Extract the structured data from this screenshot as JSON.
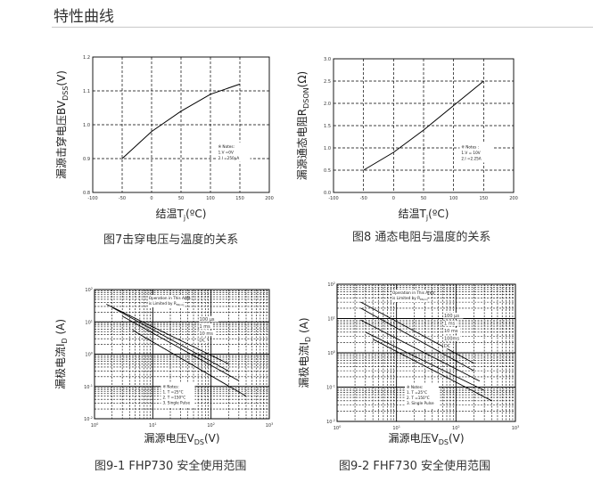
{
  "page": {
    "section_title": "特性曲线"
  },
  "chart_data": [
    {
      "id": "fig7",
      "type": "line",
      "caption": "图7击穿电压与温度的关系",
      "ylabel": "漏源击穿电压BV",
      "ylabel_sub": "DSS",
      "ylabel_unit": "(V)",
      "xlabel": "结温T",
      "xlabel_sub": "j",
      "xlabel_unit": "(ºC)",
      "xlim": [
        -100,
        200
      ],
      "ylim": [
        0.8,
        1.2
      ],
      "x_ticks": [
        "-100",
        "-50",
        "0",
        "50",
        "100",
        "150",
        "200"
      ],
      "y_ticks": [
        "0.8",
        "0.9",
        "1.0",
        "1.1",
        "1.2"
      ],
      "grid": true,
      "notes": [
        "※ Notes:",
        "1.V   =0V",
        "2.I  =250μA"
      ],
      "series": [
        {
          "x": [
            -50,
            0,
            50,
            100,
            150
          ],
          "y": [
            0.9,
            0.98,
            1.04,
            1.09,
            1.12
          ]
        }
      ]
    },
    {
      "id": "fig8",
      "type": "line",
      "caption": "图8 通态电阻与温度的关系",
      "ylabel": "漏源通态电阻R",
      "ylabel_sub": "DSON",
      "ylabel_unit": "(Ω)",
      "xlabel": "结温T",
      "xlabel_sub": "j",
      "xlabel_unit": "(ºC)",
      "xlim": [
        -100,
        200
      ],
      "ylim": [
        0,
        3.0
      ],
      "x_ticks": [
        "-100",
        "-50",
        "0",
        "50",
        "100",
        "150",
        "200"
      ],
      "y_ticks": [
        "0.0",
        "0.5",
        "1.0",
        "1.5",
        "2.0",
        "2.5",
        "3.0"
      ],
      "grid": true,
      "notes": [
        "※ Notes :",
        "1.V   = 10V",
        "2.I  =2.25A"
      ],
      "series": [
        {
          "x": [
            -50,
            0,
            50,
            100,
            150
          ],
          "y": [
            0.5,
            0.9,
            1.4,
            1.95,
            2.5
          ]
        }
      ]
    },
    {
      "id": "fig9-1",
      "type": "line",
      "caption": "图9-1 FHP730 安全使用范围",
      "ylabel": "漏极电流I",
      "ylabel_sub": "D",
      "ylabel_unit": " (A)",
      "xlabel": "漏源电压V",
      "xlabel_sub": "DS",
      "xlabel_unit": "(V)",
      "x_log_range": [
        0,
        3
      ],
      "y_log_range": [
        -2,
        2
      ],
      "x_tick_exponents": [
        "0",
        "1",
        "2",
        "3"
      ],
      "y_tick_exponents": [
        "2",
        "1",
        "0",
        "-1",
        "-2"
      ],
      "scale": "log",
      "grid": true,
      "area_label": [
        "Operation in This Area",
        "is Limited by R"
      ],
      "series_labels": [
        "100 μs",
        "1 ms",
        "10 ms",
        "DC"
      ],
      "notes": [
        "※ Notes:",
        "1. T =25°C",
        "2. T =150°C",
        "3. Single Pulse"
      ],
      "lines": [
        {
          "name": "100 μs",
          "x": [
            1.6,
            200
          ],
          "y": [
            35,
            0.5
          ]
        },
        {
          "name": "1 ms",
          "x": [
            2.0,
            200
          ],
          "y": [
            28,
            0.3
          ]
        },
        {
          "name": "10 ms",
          "x": [
            3.0,
            300
          ],
          "y": [
            15,
            0.15
          ]
        },
        {
          "name": "DC",
          "x": [
            4.5,
            400
          ],
          "y": [
            5.5,
            0.05
          ]
        }
      ]
    },
    {
      "id": "fig9-2",
      "type": "line",
      "caption": "图9-2 FHF730 安全使用范围",
      "ylabel": "漏极电流I",
      "ylabel_sub": "D",
      "ylabel_unit": " (A)",
      "xlabel": "漏源电压V",
      "xlabel_sub": "DS",
      "xlabel_unit": "(V)",
      "x_log_range": [
        0,
        3
      ],
      "y_log_range": [
        -2,
        2
      ],
      "x_tick_exponents": [
        "0",
        "1",
        "2",
        "3"
      ],
      "y_tick_exponents": [
        "2",
        "1",
        "0",
        "-1",
        "-2"
      ],
      "scale": "log",
      "grid": true,
      "area_label": [
        "Operation in This Area",
        "is Limited by R"
      ],
      "series_labels": [
        "100 μs",
        "1 ms",
        "10 ms",
        "100ms",
        "DC"
      ],
      "notes": [
        "※ Notes:",
        "1. T =25°C",
        "2. T =150°C",
        "3. Single Pulse"
      ],
      "lines": [
        {
          "name": "100 μs",
          "x": [
            2.5,
            200
          ],
          "y": [
            30,
            0.5
          ]
        },
        {
          "name": "1 ms",
          "x": [
            2.5,
            200
          ],
          "y": [
            20,
            0.3
          ]
        },
        {
          "name": "10 ms",
          "x": [
            2.5,
            250
          ],
          "y": [
            9,
            0.15
          ]
        },
        {
          "name": "100ms",
          "x": [
            3.0,
            300
          ],
          "y": [
            4,
            0.08
          ]
        },
        {
          "name": "DC",
          "x": [
            4.0,
            400
          ],
          "y": [
            2.5,
            0.04
          ]
        }
      ]
    }
  ]
}
